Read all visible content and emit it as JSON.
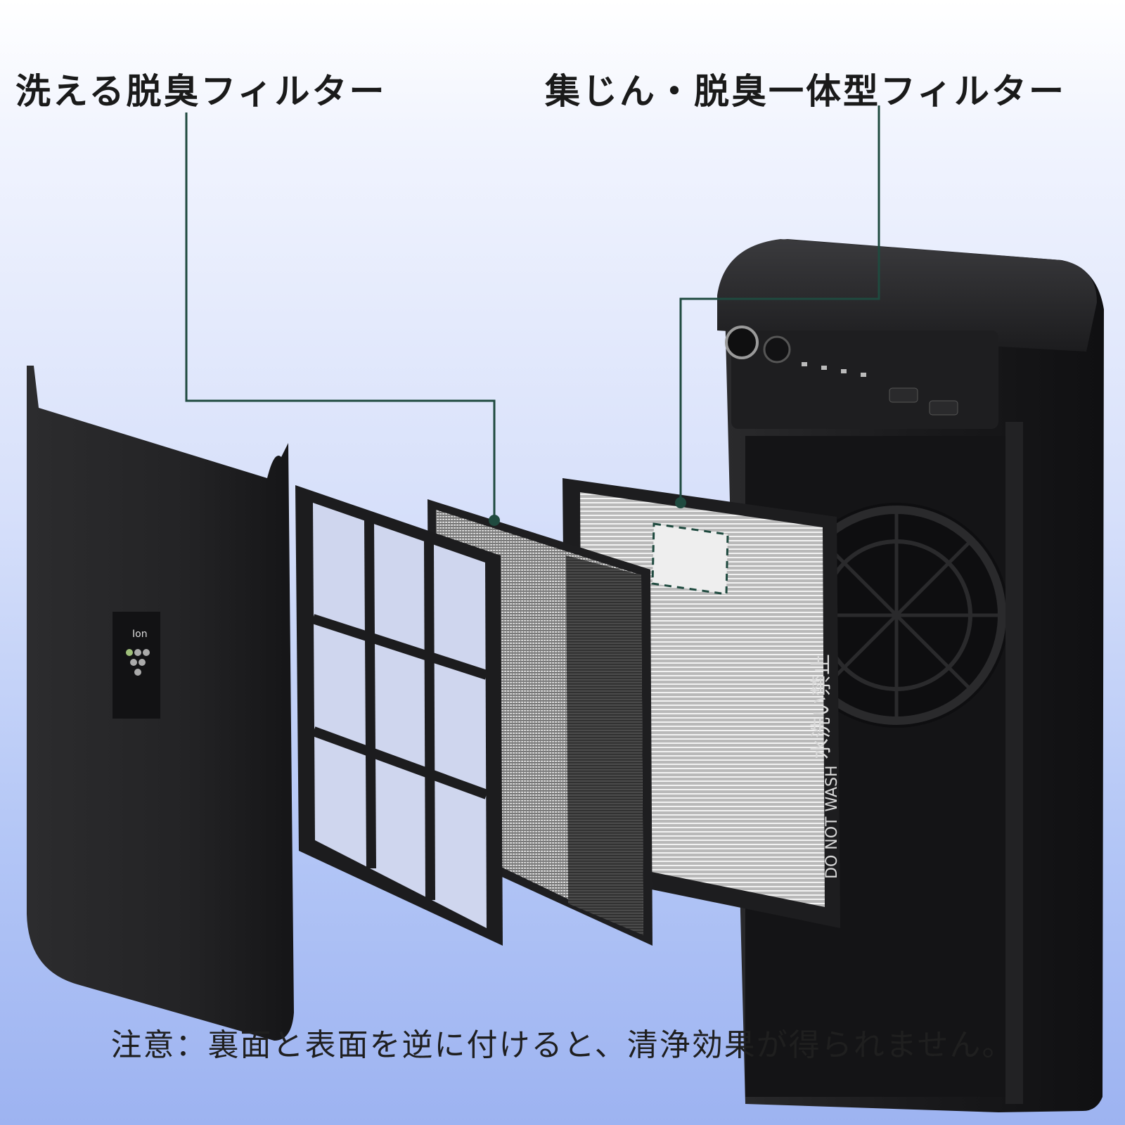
{
  "labels": {
    "washable_filter": "洗える脱臭フィルター",
    "integrated_filter": "集じん・脱臭一体型フィルター"
  },
  "note": "注意：裏面と表面を逆に付けると、清浄効果が得られません。",
  "panel": {
    "logo_text": "Ion"
  },
  "hepa": {
    "print_vertical": "水洗い禁止",
    "print_english": "DO NOT WASH"
  },
  "colors": {
    "leader_line": "#1f4a3f",
    "device_body": "#1b1b1d",
    "background_top": "#ffffff",
    "background_bottom": "#9db3f1"
  }
}
